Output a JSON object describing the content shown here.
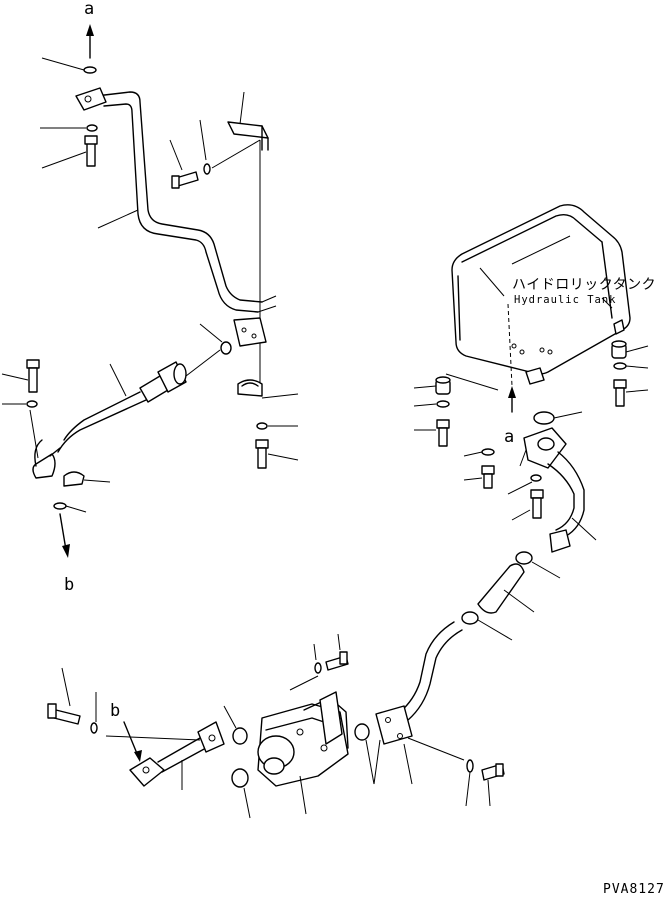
{
  "tank": {
    "name_jp": "ハイドロリックタンク",
    "name_en": "Hydraulic Tank"
  },
  "connections": {
    "a_top": "a",
    "a_tank": "a",
    "b_left": "b",
    "b_pump": "b"
  },
  "drawing_code": "PVA8127"
}
